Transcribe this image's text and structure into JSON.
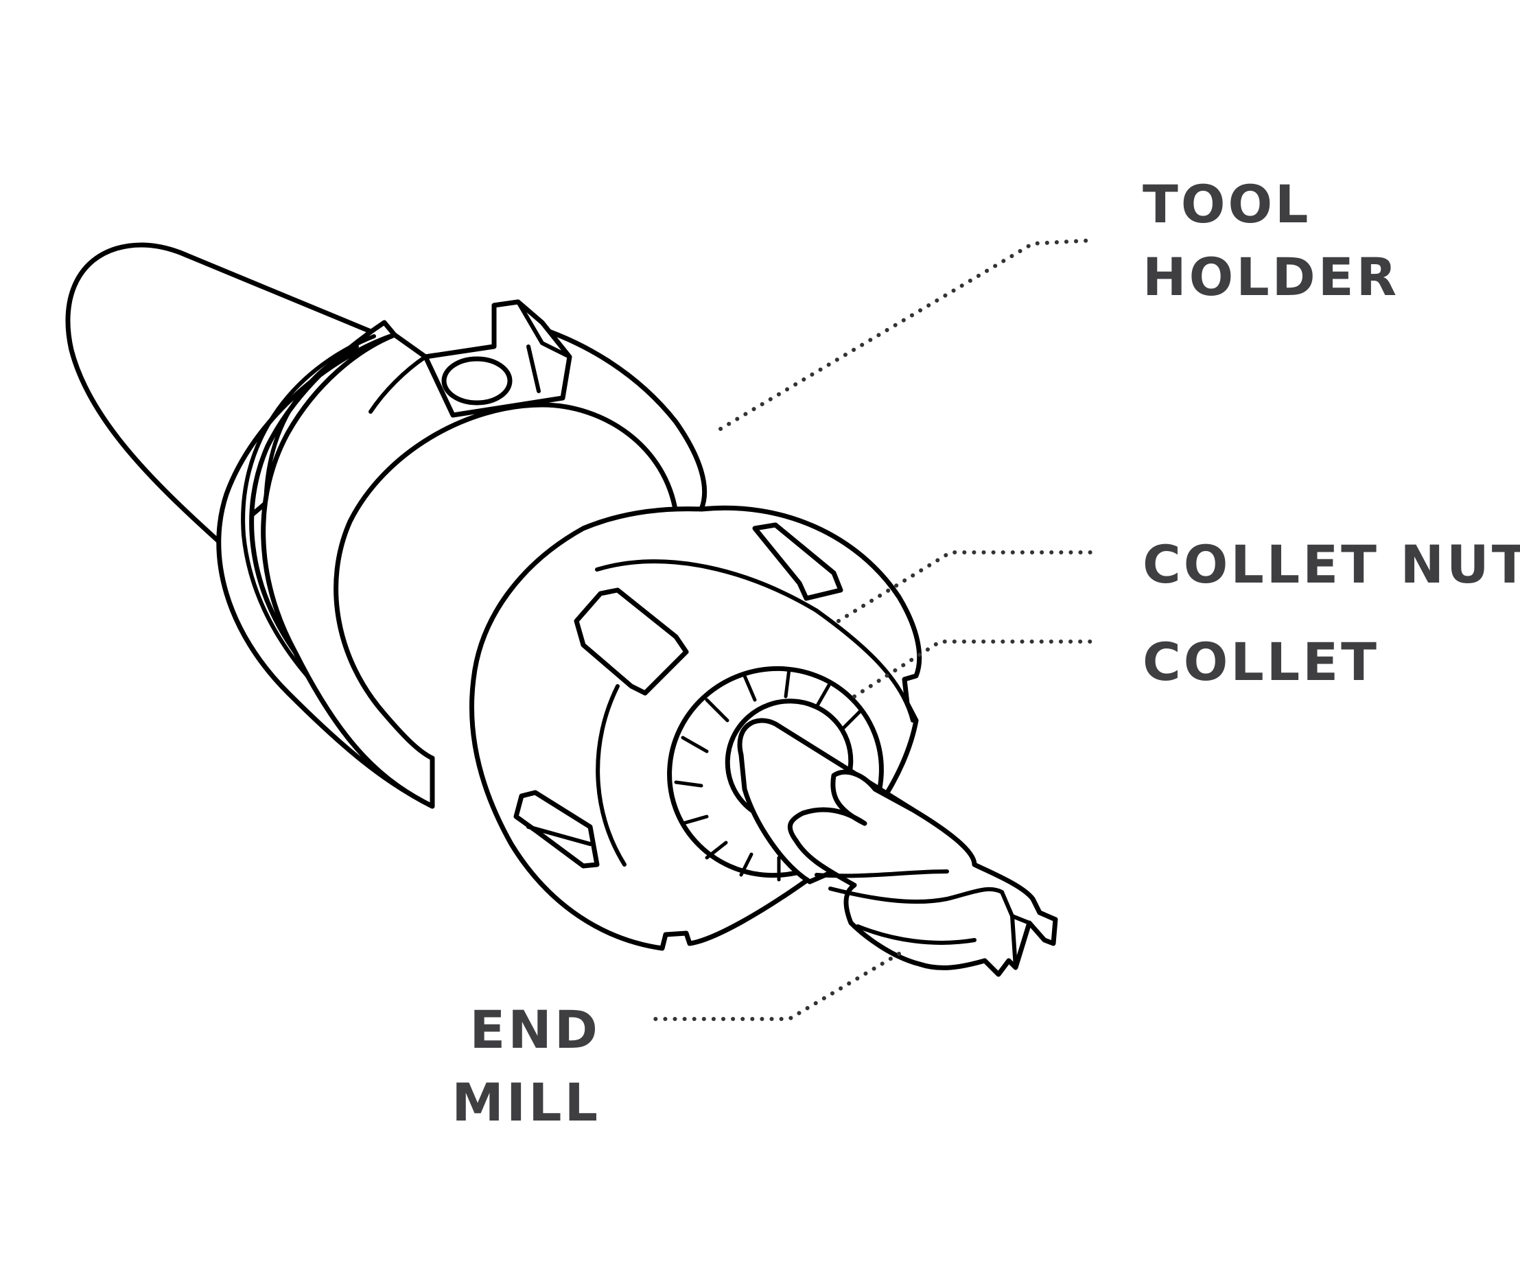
{
  "colors": {
    "ink": "#000000",
    "label": "#3f3f42",
    "background": "#ffffff"
  },
  "labels": {
    "tool_holder": [
      "TOOL",
      "HOLDER"
    ],
    "collet_nut": "COLLET NUT",
    "collet": "COLLET",
    "end_mill": [
      "END",
      "MILL"
    ]
  }
}
